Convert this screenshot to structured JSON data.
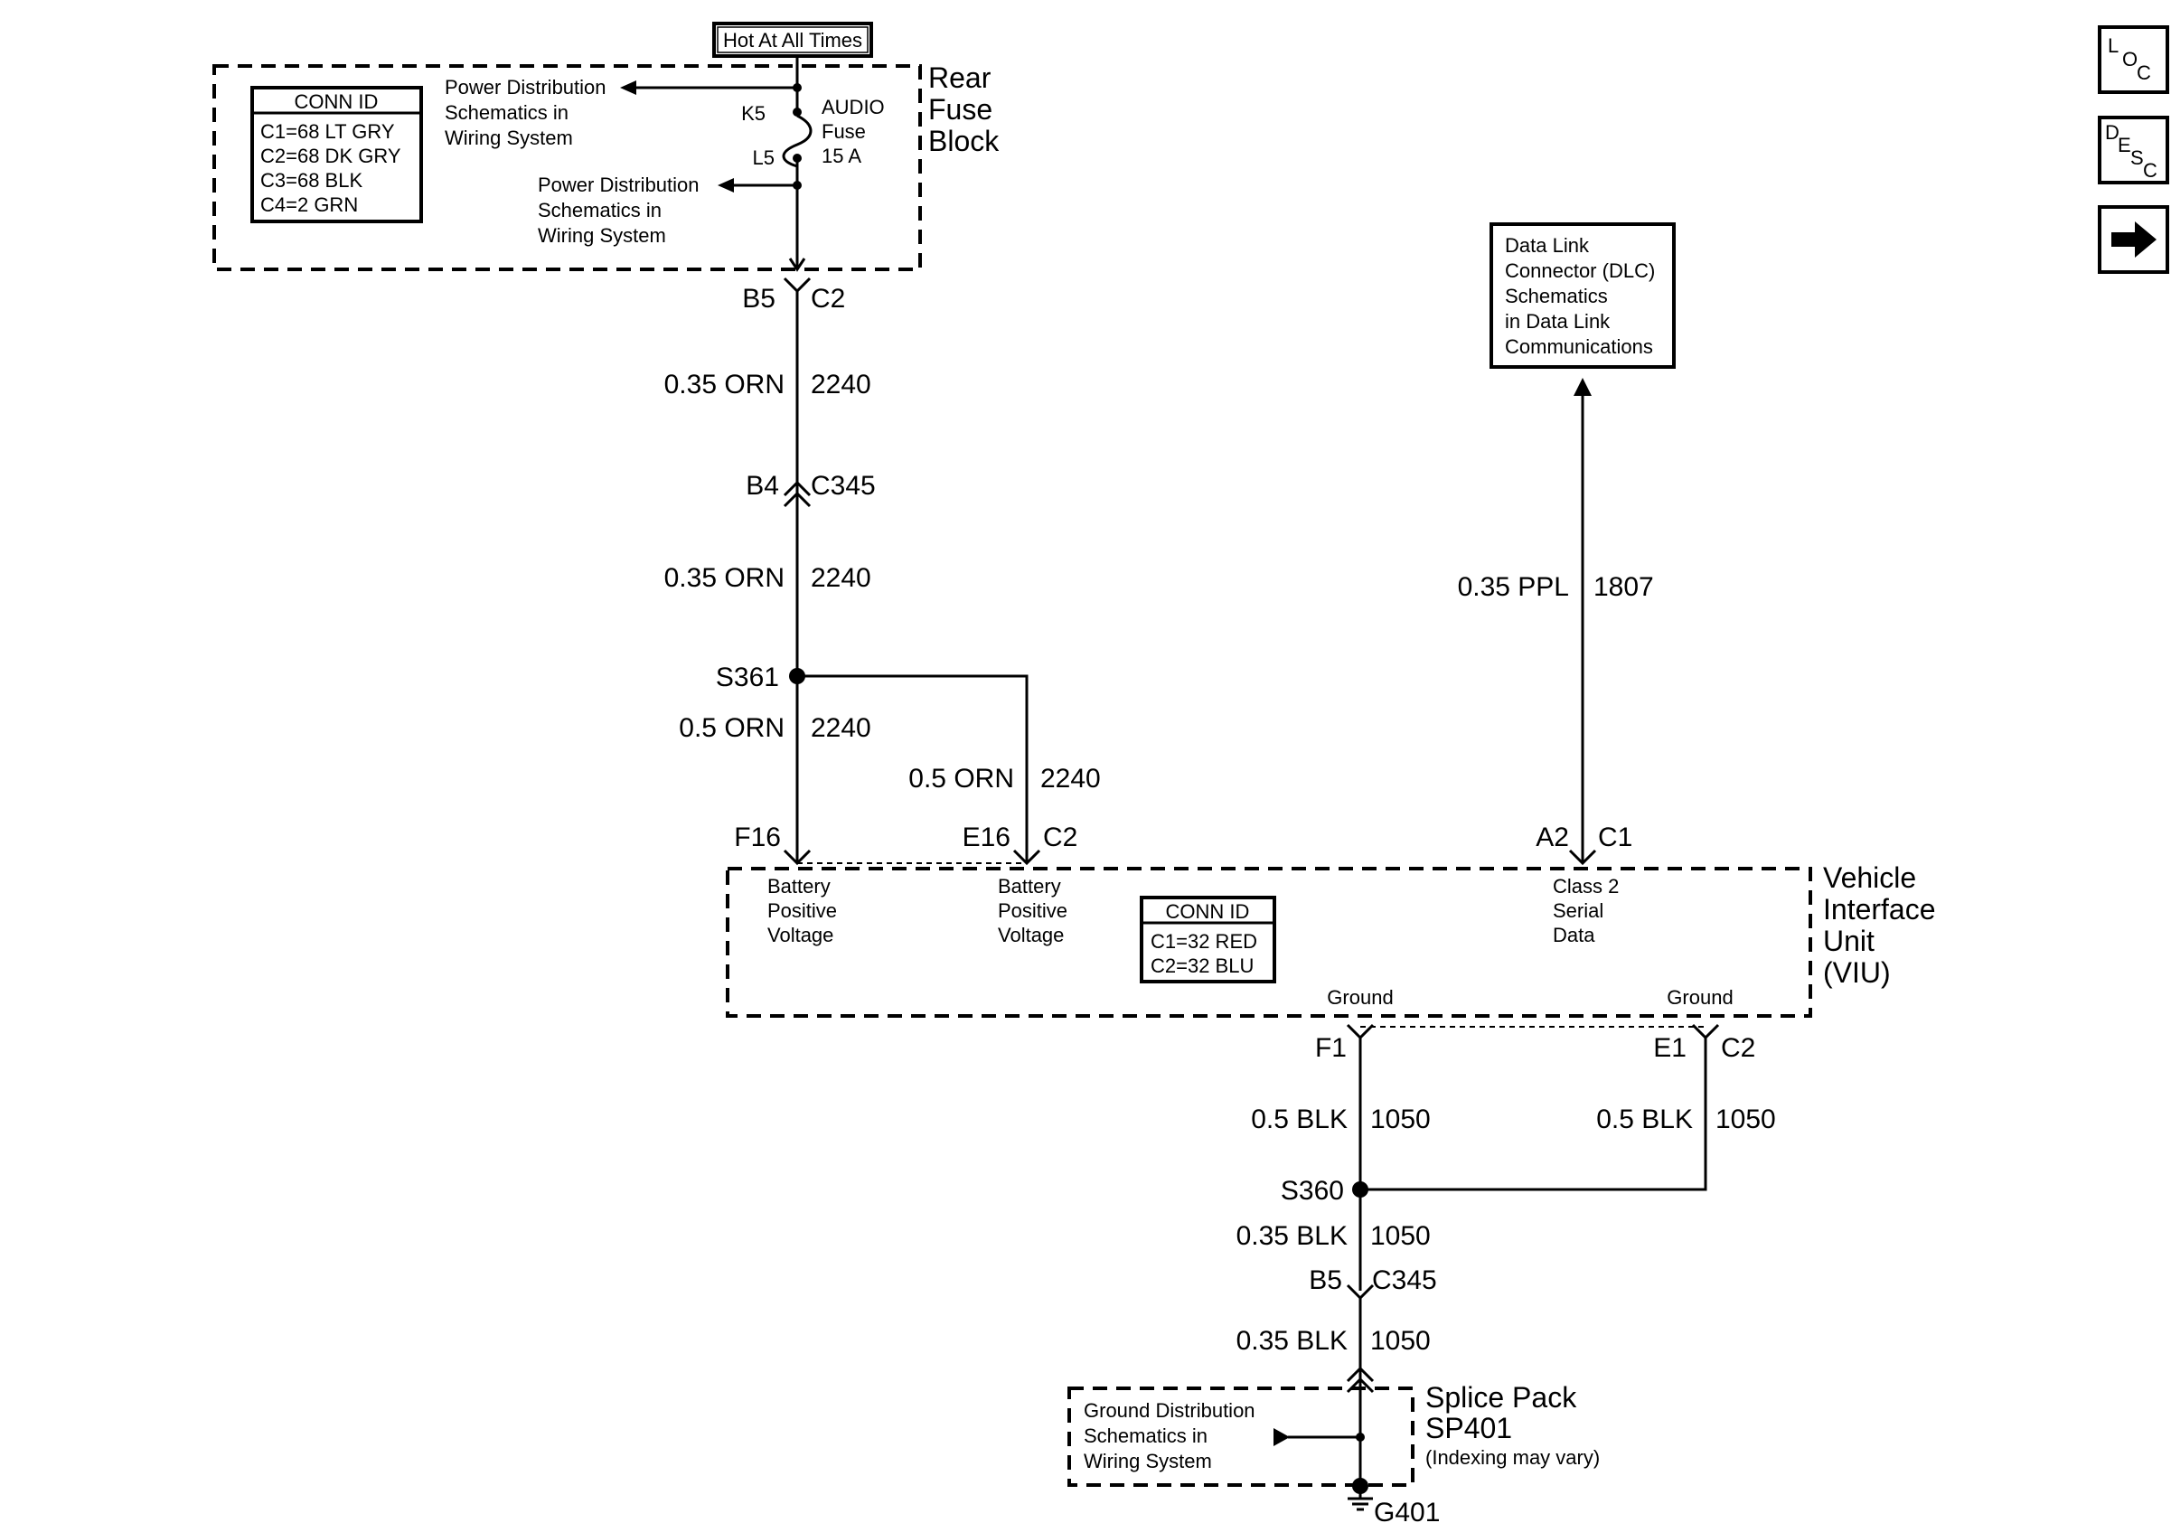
{
  "header": {
    "hot_label": "Hot At All Times"
  },
  "rear_fuse_block": {
    "title_lines": [
      "Rear",
      "Fuse",
      "Block"
    ],
    "conn_id_title": "CONN ID",
    "conn_ids": [
      "C1=68 LT GRY",
      "C2=68 DK GRY",
      "C3=68 BLK",
      "C4=2 GRN"
    ],
    "power_ref_1": [
      "Power Distribution",
      "Schematics in",
      "Wiring System"
    ],
    "power_ref_2": [
      "Power Distribution",
      "Schematics in",
      "Wiring System"
    ],
    "pin_k5": "K5",
    "pin_l5": "L5",
    "fuse_lines": [
      "AUDIO",
      "Fuse",
      "15 A"
    ]
  },
  "connectors": {
    "b5": "B5",
    "c2_top": "C2",
    "b4": "B4",
    "c345_top": "C345",
    "f16": "F16",
    "e16": "E16",
    "c2_viu": "C2",
    "a2": "A2",
    "c1": "C1",
    "f1": "F1",
    "e1": "E1",
    "c2_ground": "C2",
    "b5_bottom": "B5",
    "c345_bottom": "C345"
  },
  "wires": {
    "w1_size": "0.35 ORN",
    "w1_circuit": "2240",
    "w2_size": "0.35 ORN",
    "w2_circuit": "2240",
    "w3_size": "0.5 ORN",
    "w3_circuit": "2240",
    "w4_size": "0.5 ORN",
    "w4_circuit": "2240",
    "w5_size": "0.35 PPL",
    "w5_circuit": "1807",
    "w6_size": "0.5 BLK",
    "w6_circuit": "1050",
    "w7_size": "0.5 BLK",
    "w7_circuit": "1050",
    "w8_size": "0.35 BLK",
    "w8_circuit": "1050",
    "w9_size": "0.35 BLK",
    "w9_circuit": "1050"
  },
  "splices": {
    "s361": "S361",
    "s360": "S360"
  },
  "dlc": {
    "lines": [
      "Data Link",
      "Connector (DLC)",
      "Schematics",
      "in Data Link",
      "Communications"
    ]
  },
  "viu": {
    "title_lines": [
      "Vehicle",
      "Interface",
      "Unit",
      "(VIU)"
    ],
    "pin_f16_lines": [
      "Battery",
      "Positive",
      "Voltage"
    ],
    "pin_e16_lines": [
      "Battery",
      "Positive",
      "Voltage"
    ],
    "pin_a2_lines": [
      "Class 2",
      "Serial",
      "Data"
    ],
    "ground_1": "Ground",
    "ground_2": "Ground",
    "conn_id_title": "CONN ID",
    "conn_ids": [
      "C1=32 RED",
      "C2=32 BLU"
    ]
  },
  "splice_pack": {
    "title_lines": [
      "Splice Pack",
      "SP401"
    ],
    "note": "(Indexing may vary)",
    "ground_ref": [
      "Ground Distribution",
      "Schematics in",
      "Wiring System"
    ],
    "ground_label": "G401"
  },
  "nav": {
    "loc_letters": [
      "L",
      "O",
      "C"
    ],
    "desc_letters": [
      "D",
      "E",
      "S",
      "C"
    ],
    "next_icon": "right-arrow-icon"
  }
}
